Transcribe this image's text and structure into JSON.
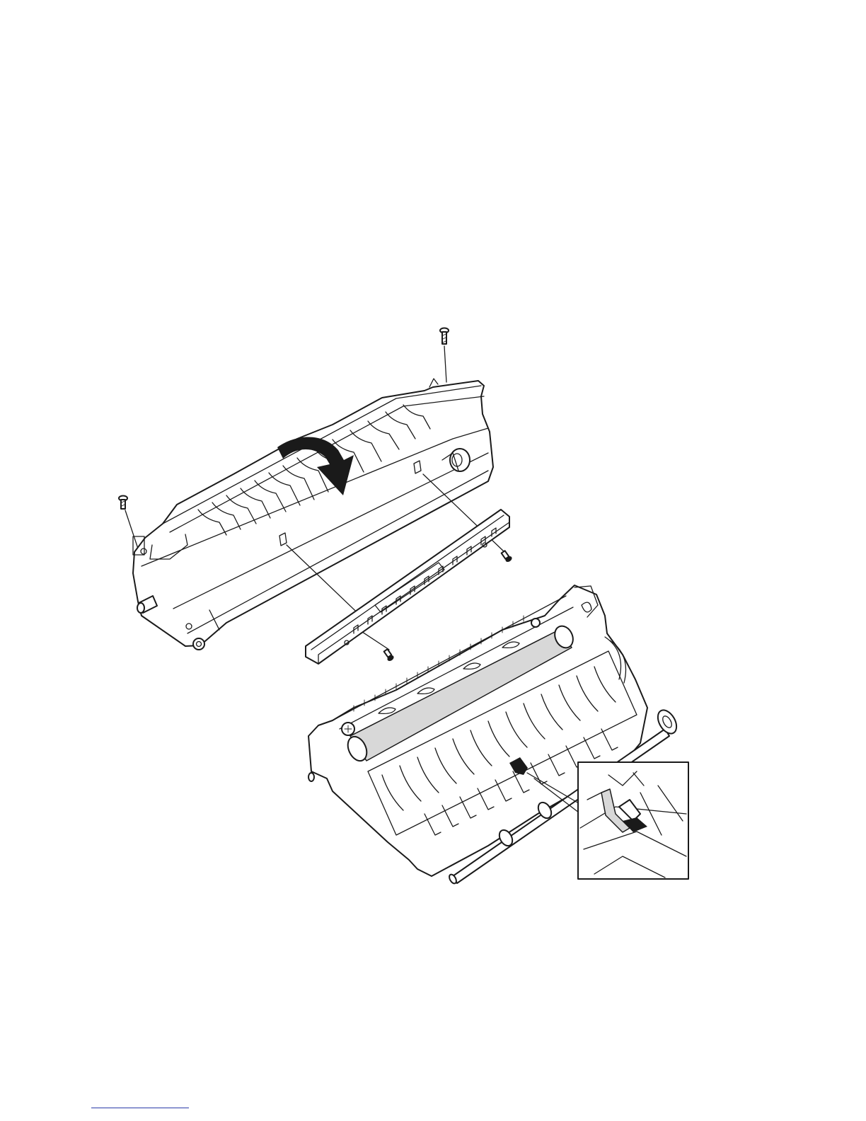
{
  "page": {
    "background": "#ffffff"
  },
  "illustration": {
    "components": [
      "fuser-cover",
      "rotation-arrow",
      "paper-guide-bracket",
      "fuser-frame",
      "exit-roller",
      "detail-inset"
    ],
    "screw_count": 4,
    "line_color": "#1a1a1a"
  },
  "footer": {
    "link_color": "#2a3aa8"
  }
}
